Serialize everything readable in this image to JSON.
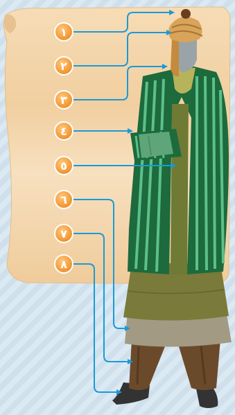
{
  "labels": [
    "١",
    "٢",
    "٣",
    "٤",
    "٥",
    "٦",
    "٧",
    "٨"
  ],
  "colors": {
    "badge": "#f39a33",
    "badge_border": "#ffffff",
    "arrow": "#1a9ad8",
    "parchment": "#f3d4a9",
    "robe_green": "#1d6a3d",
    "robe_stripe": "#5cc08a",
    "tunic": "#7a7a3a",
    "skirt": "#a39a83",
    "trousers": "#6b4a2c",
    "shoes": "#333333",
    "turban": "#d8a45a"
  }
}
